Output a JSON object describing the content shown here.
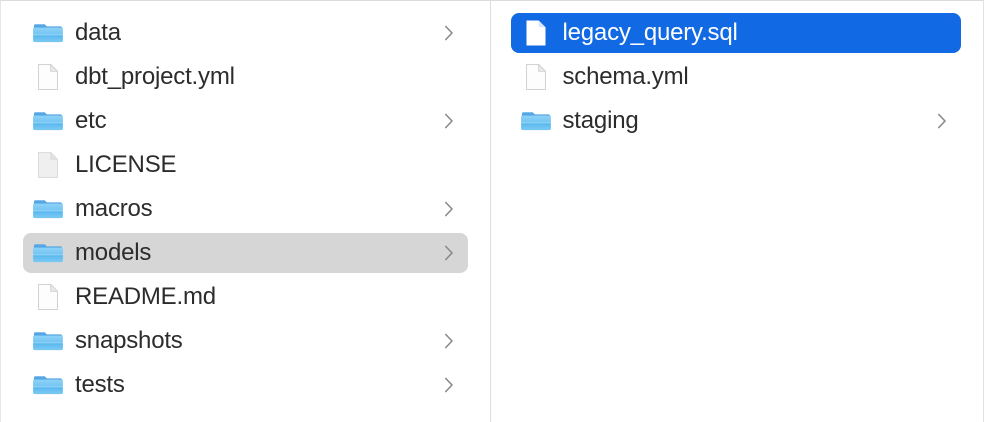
{
  "window": {
    "view_mode": "column",
    "background_color": "#ffffff",
    "divider_color": "#dedede",
    "selection_active_color": "#1169e3",
    "selection_inactive_color": "#d6d6d6",
    "text_color": "#2c2c2c",
    "selected_text_color": "#ffffff"
  },
  "columns": [
    {
      "name": "parent-column",
      "items": [
        {
          "label": "data",
          "kind": "folder",
          "icon": "folder-icon",
          "has_chevron": true,
          "selected": false
        },
        {
          "label": "dbt_project.yml",
          "kind": "file",
          "icon": "document-icon",
          "has_chevron": false,
          "selected": false
        },
        {
          "label": "etc",
          "kind": "folder",
          "icon": "folder-icon",
          "has_chevron": true,
          "selected": false
        },
        {
          "label": "LICENSE",
          "kind": "file",
          "icon": "generic-document-icon",
          "has_chevron": false,
          "selected": false
        },
        {
          "label": "macros",
          "kind": "folder",
          "icon": "folder-icon",
          "has_chevron": true,
          "selected": false
        },
        {
          "label": "models",
          "kind": "folder",
          "icon": "folder-icon",
          "has_chevron": true,
          "selected": true,
          "selection_style": "inactive"
        },
        {
          "label": "README.md",
          "kind": "file",
          "icon": "document-icon",
          "has_chevron": false,
          "selected": false
        },
        {
          "label": "snapshots",
          "kind": "folder",
          "icon": "folder-icon",
          "has_chevron": true,
          "selected": false
        },
        {
          "label": "tests",
          "kind": "folder",
          "icon": "folder-icon",
          "has_chevron": true,
          "selected": false
        }
      ]
    },
    {
      "name": "child-column",
      "items": [
        {
          "label": "legacy_query.sql",
          "kind": "file",
          "icon": "document-icon",
          "has_chevron": false,
          "selected": true,
          "selection_style": "active"
        },
        {
          "label": "schema.yml",
          "kind": "file",
          "icon": "document-icon",
          "has_chevron": false,
          "selected": false
        },
        {
          "label": "staging",
          "kind": "folder",
          "icon": "folder-icon",
          "has_chevron": true,
          "selected": false
        }
      ]
    }
  ]
}
